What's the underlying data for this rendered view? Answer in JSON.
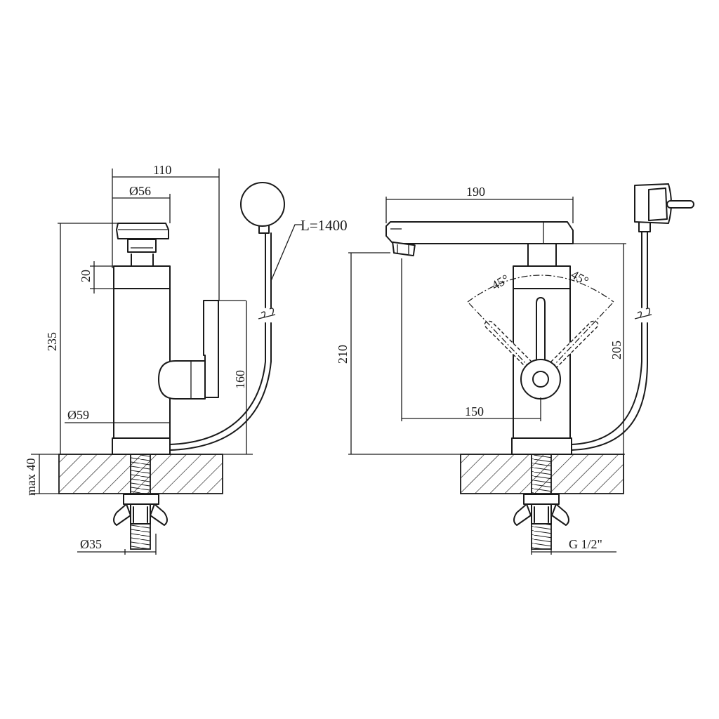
{
  "side_view": {
    "width_overall": "110",
    "diameter_top": "Ø56",
    "height_total": "235",
    "height_head": "20",
    "height_handle": "160",
    "diameter_body": "Ø59",
    "deck_thickness": "max 40",
    "diameter_shank": "Ø35",
    "cable_length": "L=1400"
  },
  "front_view": {
    "spout_length": "190",
    "height_spout": "210",
    "height_body": "205",
    "reach": "150",
    "angle_left": "45°",
    "angle_right": "45°",
    "thread": "G 1/2\""
  }
}
